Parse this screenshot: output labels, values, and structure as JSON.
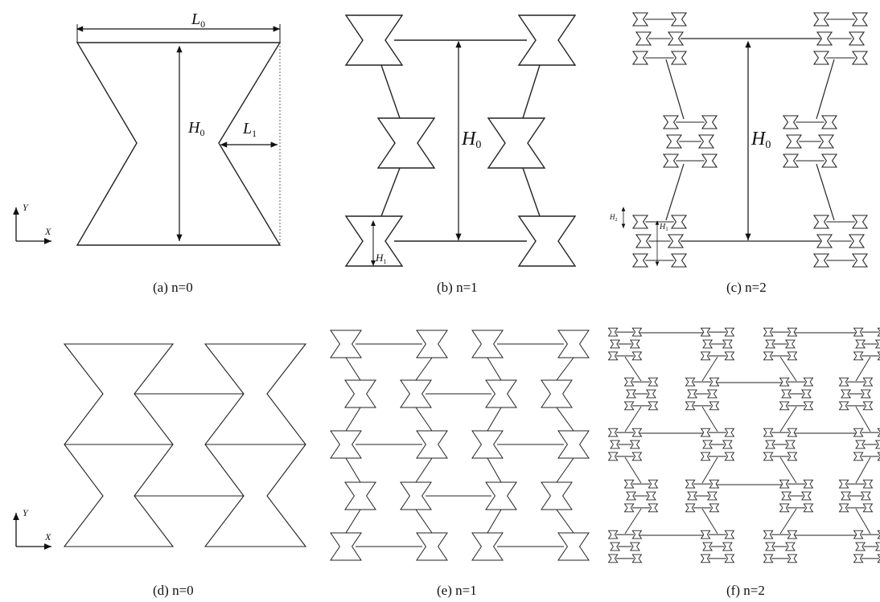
{
  "panels": [
    {
      "id": "a",
      "caption": "(a) n=0"
    },
    {
      "id": "b",
      "caption": "(b) n=1"
    },
    {
      "id": "c",
      "caption": "(c) n=2"
    },
    {
      "id": "d",
      "caption": "(d) n=0"
    },
    {
      "id": "e",
      "caption": "(e) n=1"
    },
    {
      "id": "f",
      "caption": "(f) n=2"
    }
  ],
  "labels": {
    "L0_main": "L",
    "L0_sub": "0",
    "H0_main": "H",
    "H0_sub": "0",
    "L1_main": "L",
    "L1_sub": "1",
    "H1_main": "H",
    "H1_sub": "1",
    "H2_main": "H",
    "H2_sub": "2",
    "axis_y": "Y",
    "axis_x": "X"
  },
  "colors": {
    "line": "#222222",
    "line_light": "#555555",
    "text": "#111111"
  }
}
